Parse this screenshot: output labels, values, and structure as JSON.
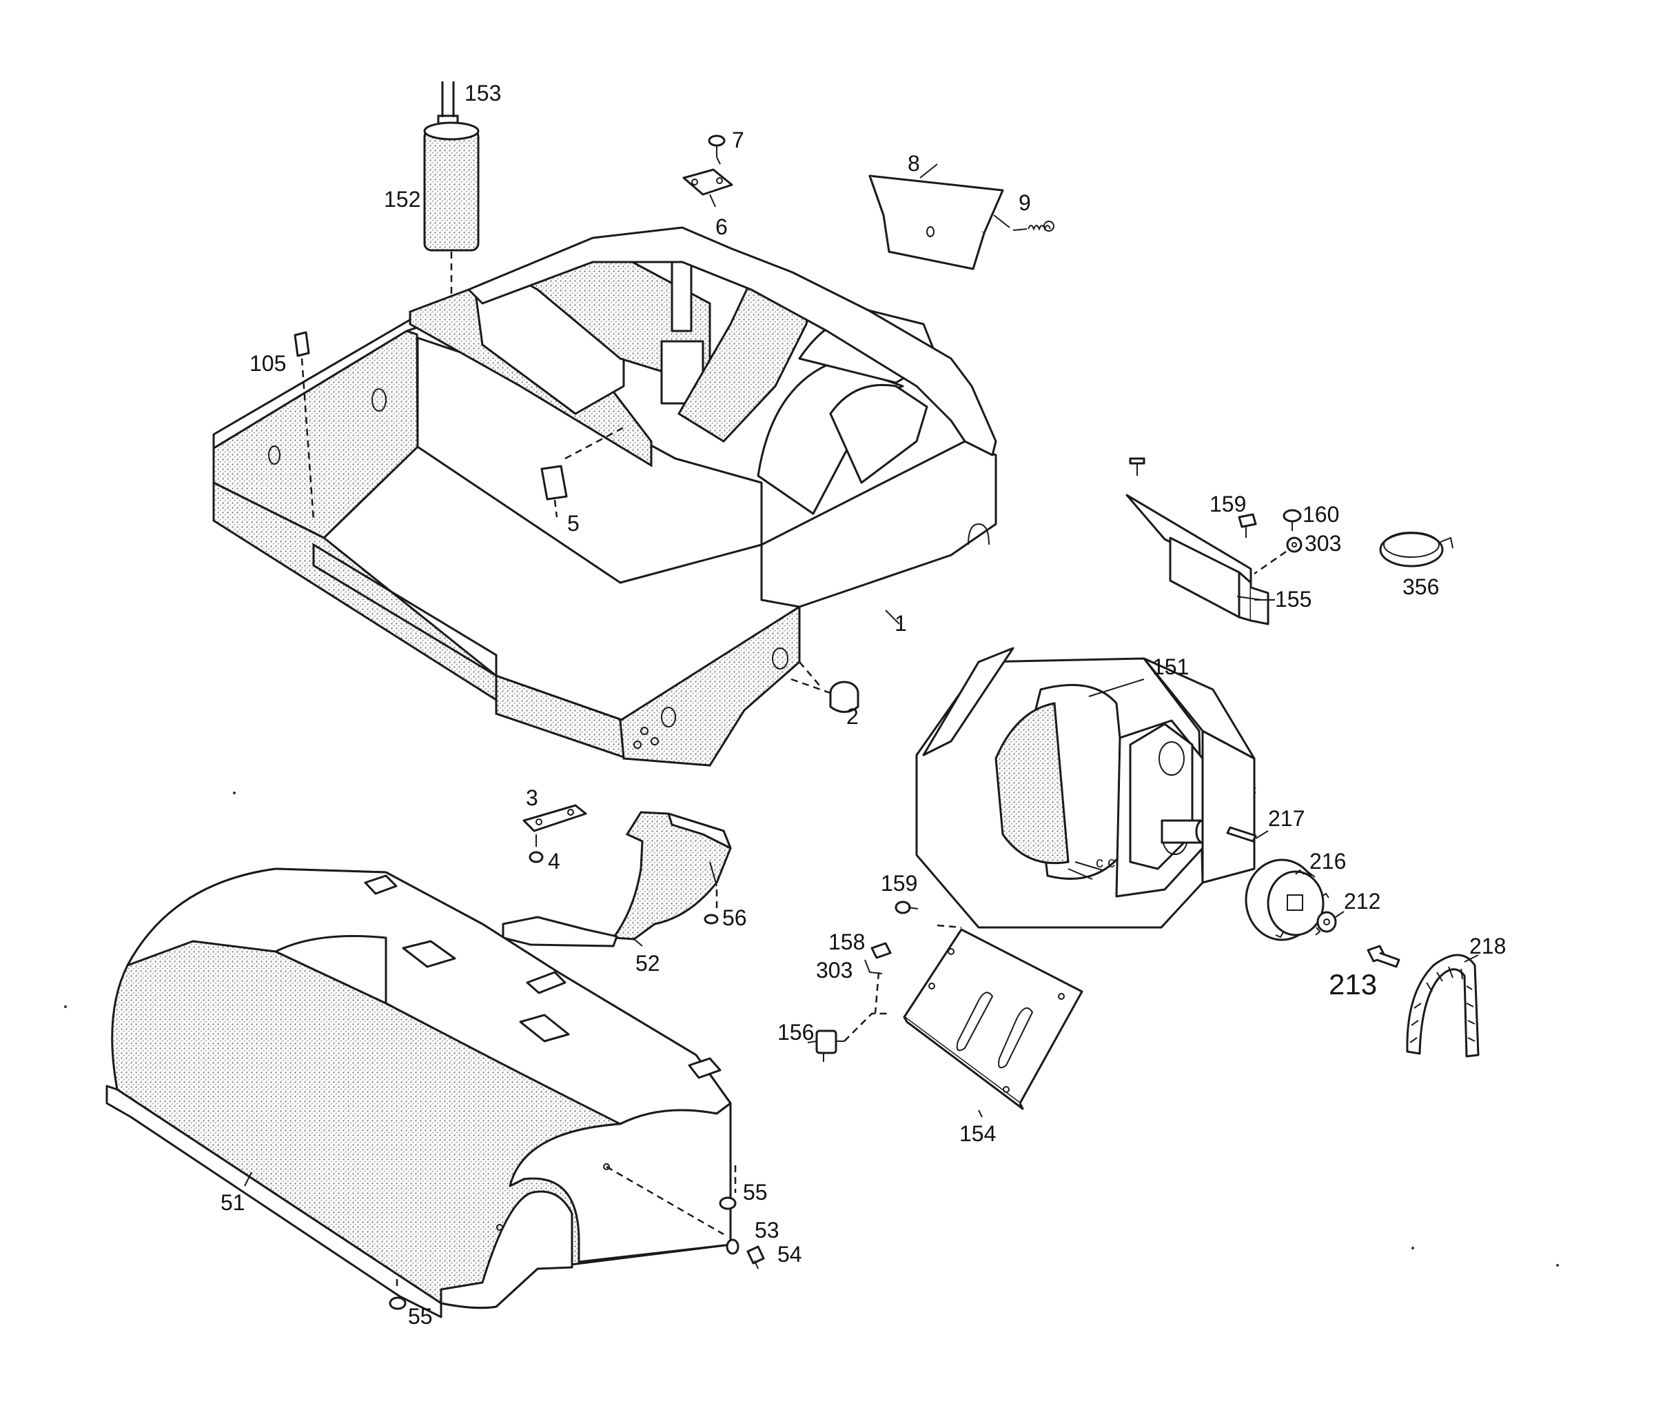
{
  "labels": {
    "p153": "153",
    "p152": "152",
    "p7": "7",
    "p6": "6",
    "p8": "8",
    "p9": "9",
    "p105": "105",
    "p5": "5",
    "p1": "1",
    "p2": "2",
    "p159a": "159",
    "p160": "160",
    "p303a": "303",
    "p155": "155",
    "p356": "356",
    "p151": "151",
    "p217": "217",
    "p216": "216",
    "p212": "212",
    "p213": "213",
    "p218": "218",
    "p3": "3",
    "p4": "4",
    "p56": "56",
    "p52": "52",
    "p159b": "159",
    "p158": "158",
    "p303b": "303",
    "p156": "156",
    "p154": "154",
    "p51": "51",
    "p55a": "55",
    "p53": "53",
    "p54": "54",
    "p55b": "55"
  },
  "colors": {
    "ink": "#1a1a1a",
    "paper": "#ffffff",
    "stipple": "#8a8a8a"
  }
}
